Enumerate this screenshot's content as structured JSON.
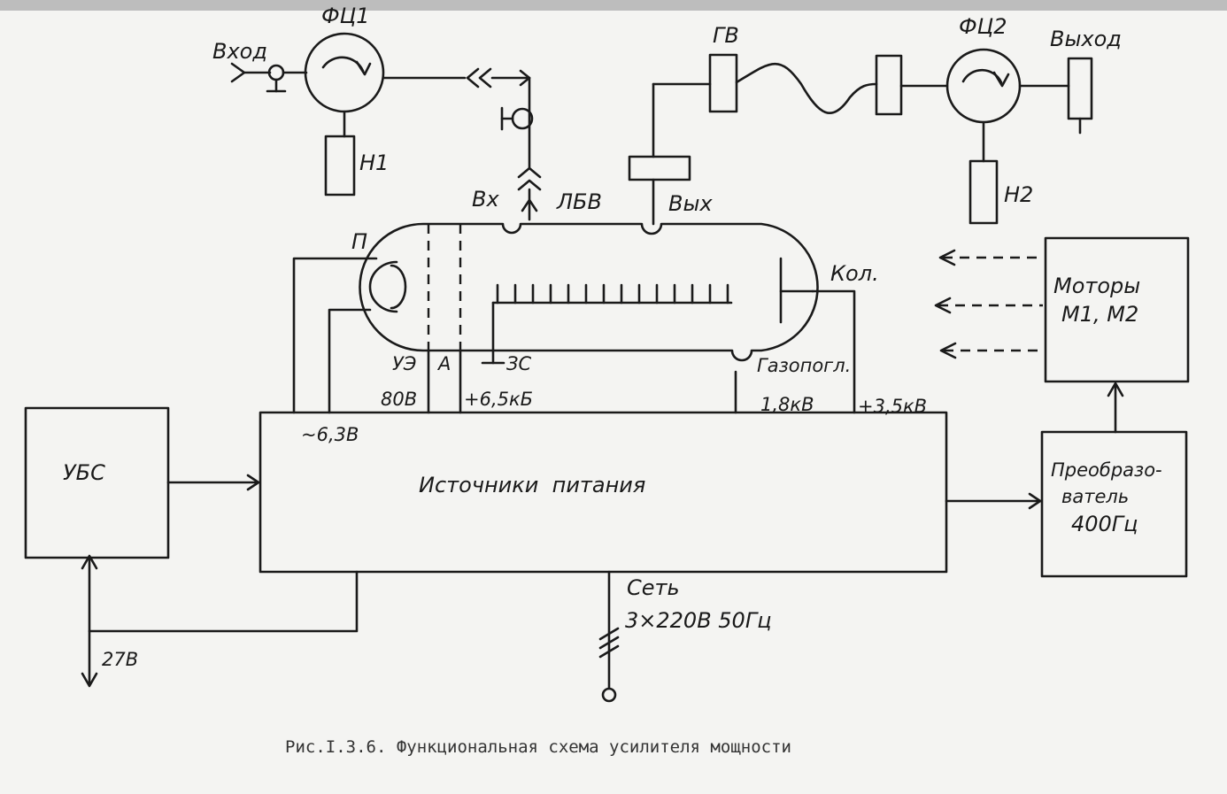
{
  "labels": {
    "fc1": "ФЦ1",
    "fc2": "ФЦ2",
    "vhod": "Вход",
    "vyhod": "Выход",
    "gv": "ГВ",
    "n1": "Н1",
    "n2": "Н2",
    "vx": "Вх",
    "lbv": "ЛБВ",
    "vyx": "Вых",
    "p": "П",
    "kol": "Кол.",
    "ue": "УЭ",
    "a": "А",
    "zs": "ЗС",
    "gazopogl": "Газопогл.",
    "v80": "80В",
    "v65kv": "+6,5кБ",
    "v18kv": "1,8кВ",
    "v35kv": "+3,5кВ",
    "v63": "~6,3В",
    "v27": "27В",
    "set": "Сеть",
    "set_spec": "3×220В 50Гц"
  },
  "blocks": {
    "ubs": "УБС",
    "sources": "Источники  питания",
    "motors_line1": "Моторы",
    "motors_line2": "М1, М2",
    "conv_line1": "Преобразо-",
    "conv_line2": "ватель",
    "conv_line3": "400Гц"
  },
  "caption": "Рис.I.3.6. Функциональная схема усилителя мощности"
}
